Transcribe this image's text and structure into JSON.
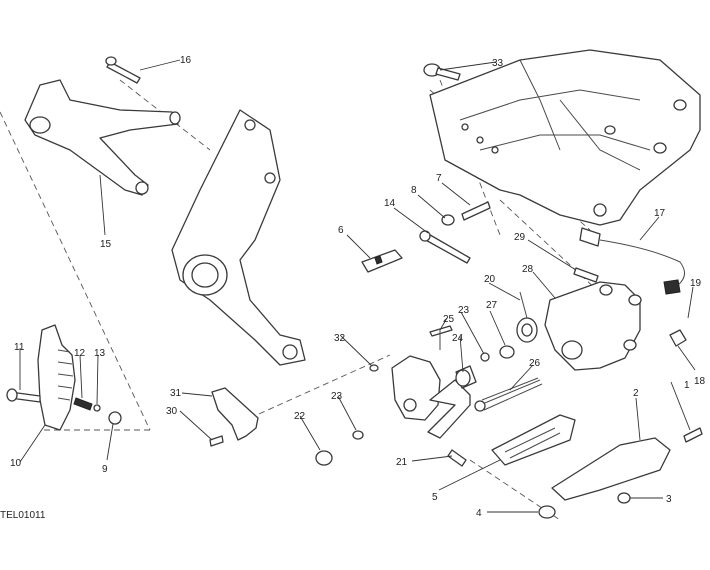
{
  "drawing_code": "TEL01011",
  "callouts": [
    "1",
    "2",
    "3",
    "4",
    "5",
    "6",
    "7",
    "8",
    "9",
    "10",
    "11",
    "12",
    "13",
    "14",
    "15",
    "16",
    "17",
    "18",
    "19",
    "20",
    "21",
    "22",
    "23",
    "23",
    "24",
    "25",
    "26",
    "27",
    "28",
    "29",
    "30",
    "31",
    "32",
    "33"
  ]
}
